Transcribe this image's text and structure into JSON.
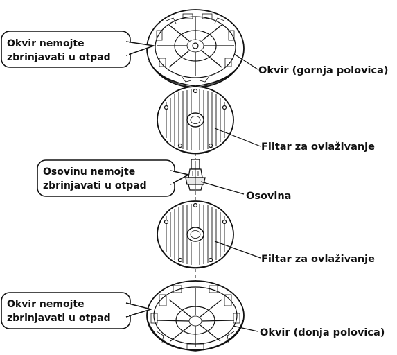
{
  "callouts": {
    "top_frame": {
      "line1": "Okvir nemojte",
      "line2": "zbrinjavati u otpad"
    },
    "shaft": {
      "line1": "Osovinu nemojte",
      "line2": "zbrinjavati u otpad"
    },
    "bottom_frame": {
      "line1": "Okvir nemojte",
      "line2": "zbrinjavati u otpad"
    }
  },
  "labels": {
    "frame_top": "Okvir (gornja polovica)",
    "filter_upper": "Filtar za ovlaživanje",
    "shaft": "Osovina",
    "filter_lower": "Filtar za ovlaživanje",
    "frame_bottom": "Okvir (donja polovica)"
  }
}
